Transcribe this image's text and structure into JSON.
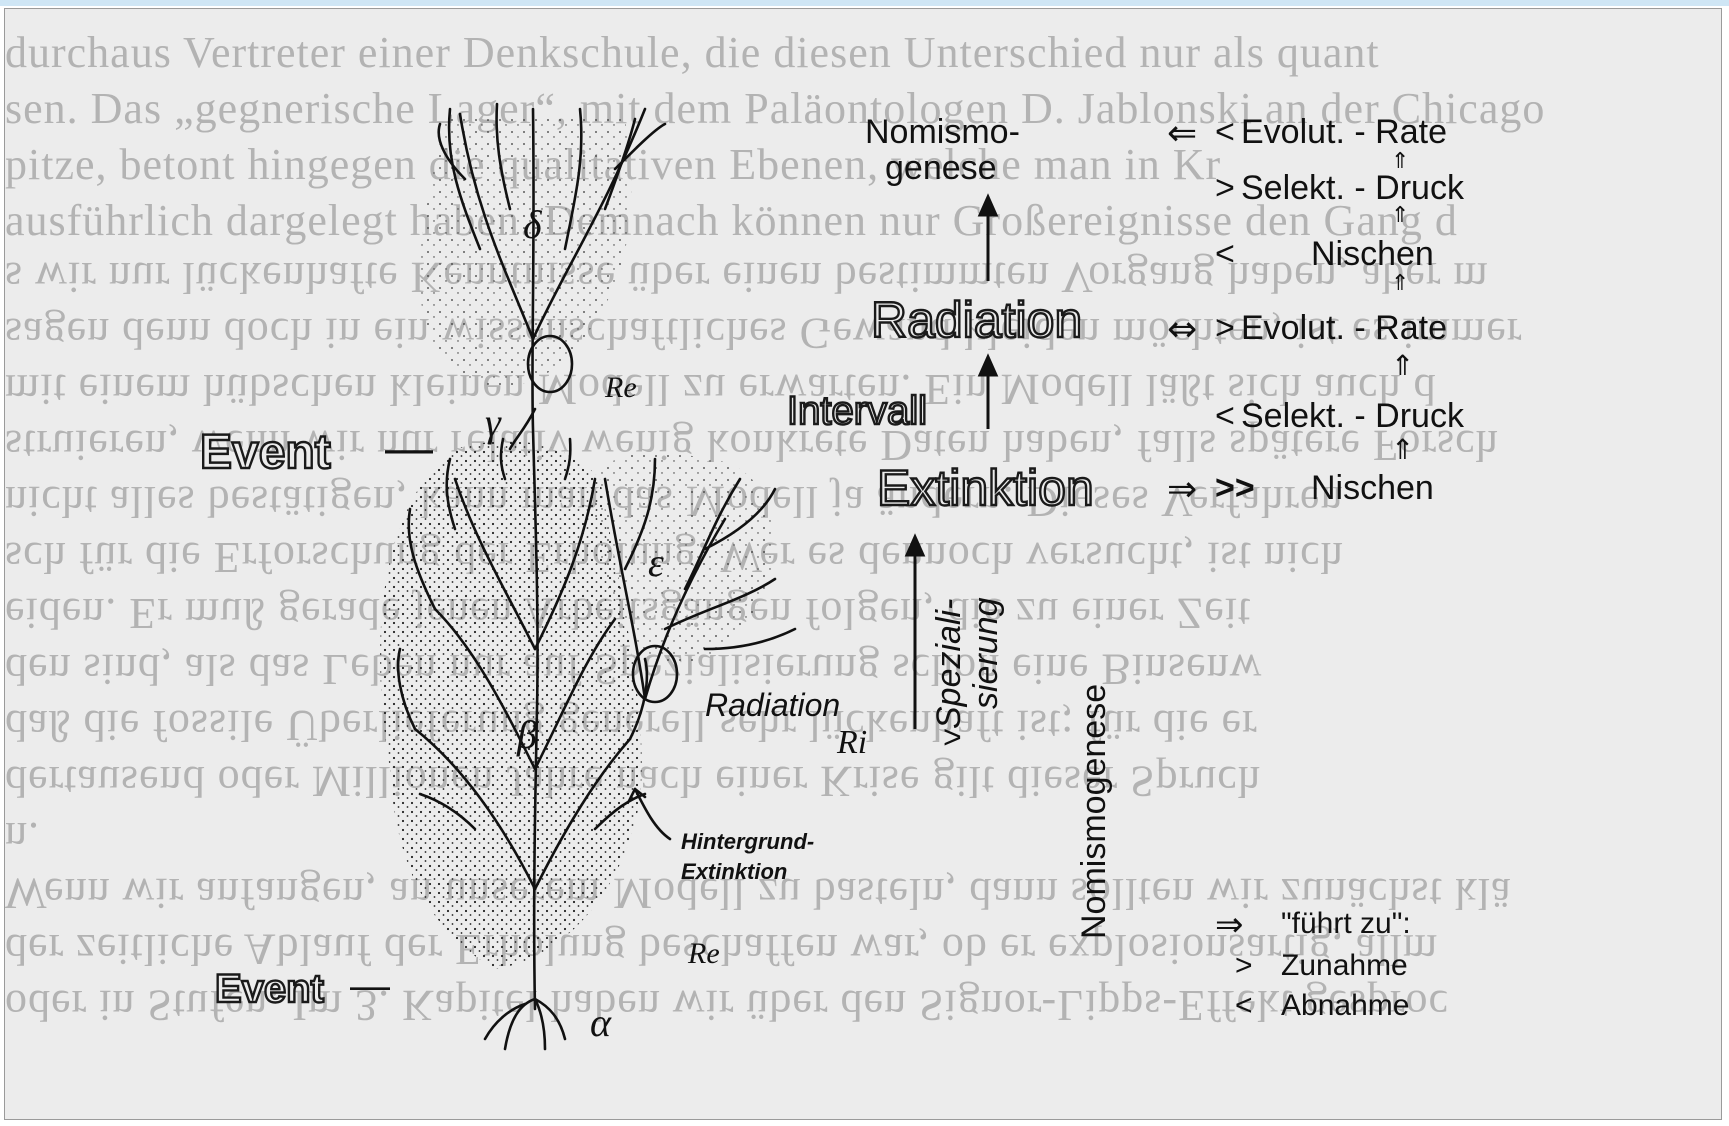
{
  "page_text": {
    "lines": [
      "durchaus Vertreter einer Denkschule, die diesen Unterschied nur als quant",
      "sen. Das „gegnerische Lager“, mit dem Paläontologen D. Jablonski an der Chicago",
      "pitze, betont hingegen die qualitativen Ebenen, welche man in Kr",
      "ausführlich dargelegt haben. Demnach können nur Großereignisse den Gang d",
      "s wir nur lückenhafte Kenntnisse über einen bestimmten Vorgang haben, aber m",
      "sagen denn doch in ein wissenschaftliches Gewand kleiden möchten, ist es immer",
      "mit einem hübschen kleinen Modell zu erwarten. Ein Modell läßt sich auch d",
      "struieren, wenn wir nur relativ wenig konkrete Daten haben, falls spätere Forsch",
      "nicht alles bestätigen, kann man das Modell ja ändern. Dieses Verfahren",
      "sch für die Erforschung der Erholung. Wer es dennoch versucht, ist nich",
      "eiden. Er muß gerade jenen Arbeitsgängen folgen, die zu einer Zeit",
      "den sind, als das Leben nur auf Spezialisierung schon eine Binsenw",
      "daß die fossile Überlieferung generell sehr lückenhaft ist; für die er",
      "dertausend oder Millionen Jahre nach einer Krise gilt dieser Spruch",
      "n.",
      "Wenn wir anfangen, an unserem Modell zu basteln, dann sollten wir zunächst klä",
      "der zeitliche Ablauf der Erholung beschaffen war, ob er explosionsartig, allm",
      "oder in Stufen. Im 3. Kapitel haben wir über den Signor-Lipps-Effekt gesproc"
    ]
  },
  "tree": {
    "event_top": "Event",
    "event_bottom": "Event",
    "re_top": "Re",
    "re_bottom": "Re",
    "ri": "Ri",
    "radiation": "Radiation",
    "hintergrund_1": "Hintergrund-",
    "hintergrund_2": "Extinktion",
    "greek": {
      "alpha": "α",
      "beta": "β",
      "gamma": "γ",
      "delta": "δ",
      "epsilon": "ε"
    }
  },
  "flow": {
    "nomismo_1": "Nomismo-",
    "nomismo_2": "genese",
    "radiation": "Radiation",
    "intervall": "Intervall",
    "extinktion": "Extinktion",
    "spezial_1": "Speziali-",
    "spezial_2": "sierung",
    "spezial_mark": ">",
    "nomismogenese_vertical": "Nomismogenese",
    "evolut_rate_1": "Evolut. - Rate",
    "selekt_druck_1": "Selekt. - Druck",
    "nischen_1": "Nischen",
    "evolut_rate_2": "Evolut. - Rate",
    "selekt_druck_2": "Selekt. - Druck",
    "nischen_2": "Nischen"
  },
  "legend": {
    "fuehrt_zu": "\"führt zu\":",
    "zunahme": "Zunahme",
    "abnahme": "Abnahme"
  },
  "symbols": {
    "less": "<",
    "greater": ">",
    "double_greater": ">>",
    "implies_left": "⇐",
    "implies_right": "⇒",
    "implies_both": "⇔",
    "up_double": "⇑",
    "dash": "—"
  }
}
